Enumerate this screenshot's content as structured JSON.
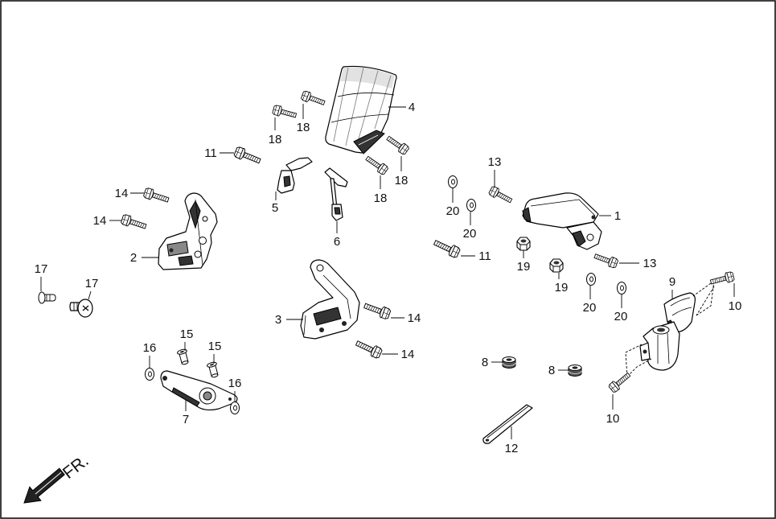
{
  "diagram": {
    "direction_label": "FR.",
    "callouts": [
      "4",
      "18",
      "18",
      "18",
      "18",
      "11",
      "5",
      "6",
      "14",
      "14",
      "2",
      "17",
      "17",
      "3",
      "14",
      "14",
      "15",
      "15",
      "16",
      "16",
      "7",
      "13",
      "1",
      "20",
      "20",
      "11",
      "19",
      "19",
      "13",
      "20",
      "20",
      "9",
      "10",
      "10",
      "8",
      "8",
      "12"
    ]
  }
}
